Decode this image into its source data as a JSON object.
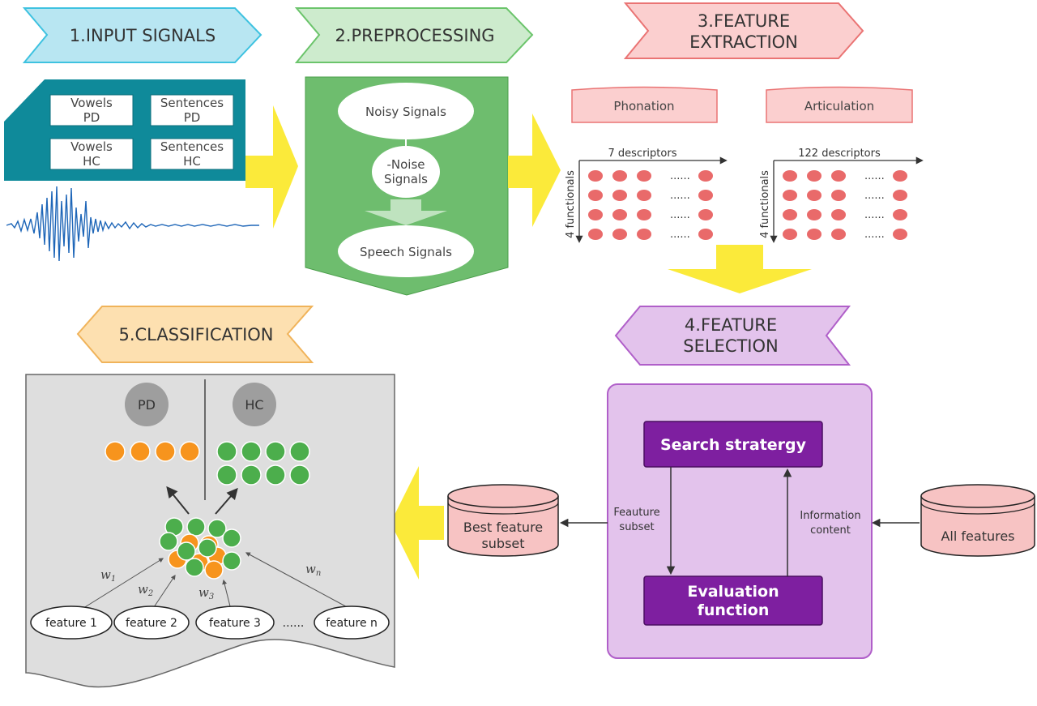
{
  "stages": {
    "input": "1.INPUT SIGNALS",
    "preprocessing": "2.PREPROCESSING",
    "extraction": [
      "3.FEATURE",
      "EXTRACTION"
    ],
    "selection": [
      "4.FEATURE",
      "SELECTION"
    ],
    "classification": "5.CLASSIFICATION"
  },
  "input": {
    "boxes": [
      [
        "Vowels",
        "PD"
      ],
      [
        "Sentences",
        "PD"
      ],
      [
        "Vowels",
        "HC"
      ],
      [
        "Sentences",
        "HC"
      ]
    ]
  },
  "preprocessing": {
    "noisy": "Noisy Signals",
    "denoise": [
      "-Noise",
      "Signals"
    ],
    "speech": "Speech Signals"
  },
  "extraction": {
    "phonation": {
      "title": "Phonation",
      "descriptors": "7 descriptors",
      "functionals": "4 functionals",
      "dots": "......"
    },
    "articulation": {
      "title": "Articulation",
      "descriptors": "122 descriptors",
      "functionals": "4 functionals",
      "dots": "......"
    }
  },
  "selection": {
    "search": "Search stratergy",
    "evaluation": [
      "Evaluation",
      "function"
    ],
    "subset_label": [
      "Feauture",
      "subset"
    ],
    "info_label": [
      "Information",
      "content"
    ],
    "all_features": "All features",
    "best_subset": [
      "Best feature",
      "subset"
    ]
  },
  "classification": {
    "class_pd": "PD",
    "class_hc": "HC",
    "weights": [
      "w",
      "w",
      "w",
      "w"
    ],
    "weight_subs": [
      "1",
      "2",
      "3",
      "n"
    ],
    "features": [
      "feature 1",
      "feature 2",
      "feature 3",
      "feature n"
    ],
    "ellipsis": "......"
  },
  "colors": {
    "input_banner": "#b8e6f2",
    "input_banner_stroke": "#3ec2e0",
    "pre_banner": "#cdebcd",
    "pre_banner_stroke": "#6bc46b",
    "pre_body": "#6ebd6e",
    "ext_banner": "#fbcfcf",
    "ext_banner_stroke": "#ea7474",
    "sel_banner": "#e3c3ec",
    "sel_banner_stroke": "#b05fc9",
    "sel_body": "#e3c3ec",
    "sel_box": "#7e1fa0",
    "cls_banner": "#fde0b0",
    "cls_banner_stroke": "#f0b35a",
    "cls_body": "#dedede",
    "teal": "#0f8a9a",
    "arrow_yellow": "#fbea3a",
    "dot_red": "#e96a6a",
    "orange": "#f7941d",
    "green": "#4cae4c",
    "db_pink": "#f7c3c3"
  }
}
